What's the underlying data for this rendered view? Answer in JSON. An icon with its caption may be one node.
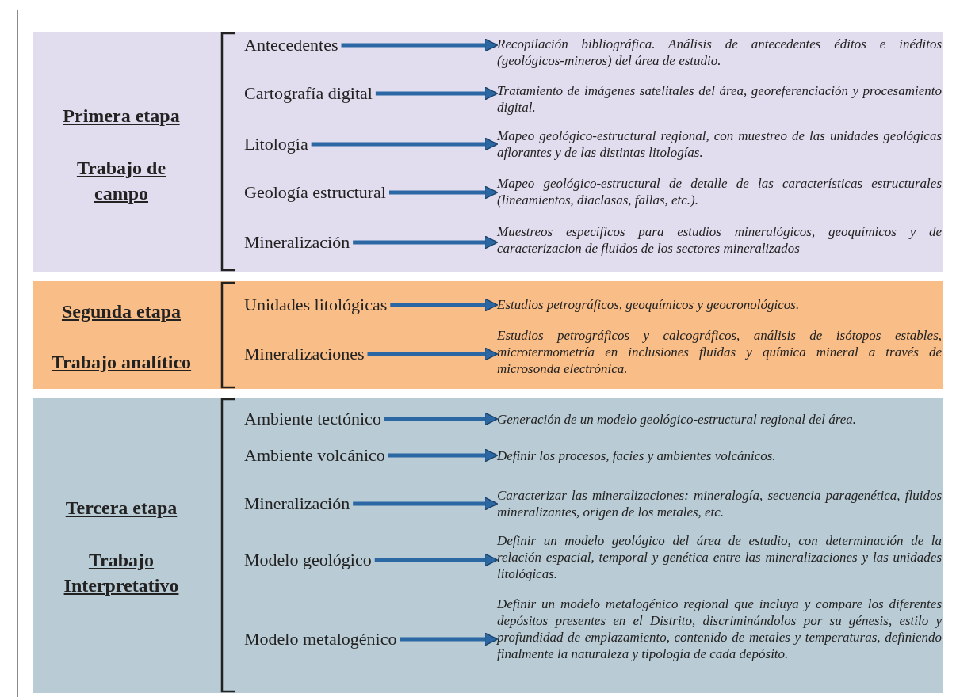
{
  "diagram": {
    "nodes": [
      {
        "text": [
          "Primera etapa",
          "Trabajo de campo"
        ]
      },
      {
        "text": [
          "Antecedentes"
        ],
        "in": 0
      },
      {
        "text": [
          "Recopilación bibliográfica. Análisis de antecedentes éditos e inéditos (geológicos-mineros) del área de estudio."
        ],
        "in": 0
      },
      {
        "text": [
          "Cartografía digital"
        ],
        "in": 0
      },
      {
        "text": [
          "Tratamiento de imágenes satelitales del área, georeferenciación y procesamiento digital."
        ],
        "in": 0
      },
      {
        "text": [
          "Litología"
        ],
        "in": 0
      },
      {
        "text": [
          "Mapeo geológico-estructural regional, con muestreo de las unidades geológicas aflorantes y de las distintas litologías."
        ],
        "in": 0
      },
      {
        "text": [
          "Geología estructural"
        ],
        "in": 0
      },
      {
        "text": [
          "Mapeo geológico-estructural de detalle de las características estructurales (lineamientos, diaclasas, fallas, etc.)."
        ],
        "in": 0
      },
      {
        "text": [
          "Mineralización"
        ],
        "in": 0
      },
      {
        "text": [
          "Muestreos específicos para estudios mineralógicos, geoquímicos y de caracterizacion de fluidos de los sectores mineralizados"
        ],
        "in": 0
      },
      {
        "text": [
          "Segunda etapa",
          "Trabajo analítico"
        ]
      },
      {
        "text": [
          "Unidades litológicas"
        ],
        "in": 11
      },
      {
        "text": [
          "Estudios petrográficos, geoquímicos y geocronológicos."
        ],
        "in": 11
      },
      {
        "text": [
          "Mineralizaciones"
        ],
        "in": 11
      },
      {
        "text": [
          "Estudios petrográficos y calcográficos, análisis de isótopos estables, microtermometría en inclusiones fluidas y química mineral a través de microsonda electrónica."
        ],
        "in": 11
      },
      {
        "text": [
          "Tercera etapa",
          "Trabajo Interpretativo"
        ]
      },
      {
        "text": [
          "Ambiente tectónico"
        ],
        "in": 16
      },
      {
        "text": [
          "Generación de un modelo geológico-estructural regional del área."
        ],
        "in": 16
      },
      {
        "text": [
          "Ambiente volcánico"
        ],
        "in": 16
      },
      {
        "text": [
          "Definir los procesos, facies y ambientes volcánicos."
        ],
        "in": 16
      },
      {
        "text": [
          "Mineralización"
        ],
        "in": 16
      },
      {
        "text": [
          "Caracterizar las mineralizaciones: mineralogía, secuencia paragenética, fluidos mineralizantes, origen de los metales, etc."
        ],
        "in": 16
      },
      {
        "text": [
          "Modelo geológico"
        ],
        "in": 16
      },
      {
        "text": [
          "Definir un modelo geológico del área de estudio, con determinación de la relación espacial, temporal y genética entre las mineralizaciones y las unidades litológicas."
        ],
        "in": 16
      },
      {
        "text": [
          "Modelo metalogénico"
        ],
        "in": 16
      },
      {
        "text": [
          "Definir un modelo metalogénico regional que incluya y compare los diferentes depósitos presentes en el Distrito, discriminándolos por su génesis, estilo y profundidad de emplazamiento, contenido de metales y temperaturas, definiendo finalmente la naturaleza y tipología de cada depósito."
        ],
        "in": 16
      }
    ],
    "edges": [
      {
        "from": 1,
        "to": 2,
        "arrow": "to"
      },
      {
        "from": 3,
        "to": 4,
        "arrow": "to"
      },
      {
        "from": 5,
        "to": 6,
        "arrow": "to"
      },
      {
        "from": 7,
        "to": 8,
        "arrow": "to"
      },
      {
        "from": 9,
        "to": 10,
        "arrow": "to"
      },
      {
        "from": 12,
        "to": 13,
        "arrow": "to"
      },
      {
        "from": 14,
        "to": 15,
        "arrow": "to"
      },
      {
        "from": 17,
        "to": 18,
        "arrow": "to"
      },
      {
        "from": 19,
        "to": 20,
        "arrow": "to"
      },
      {
        "from": 21,
        "to": 22,
        "arrow": "to"
      },
      {
        "from": 23,
        "to": 24,
        "arrow": "to"
      },
      {
        "from": 25,
        "to": 26,
        "arrow": "to"
      }
    ]
  }
}
